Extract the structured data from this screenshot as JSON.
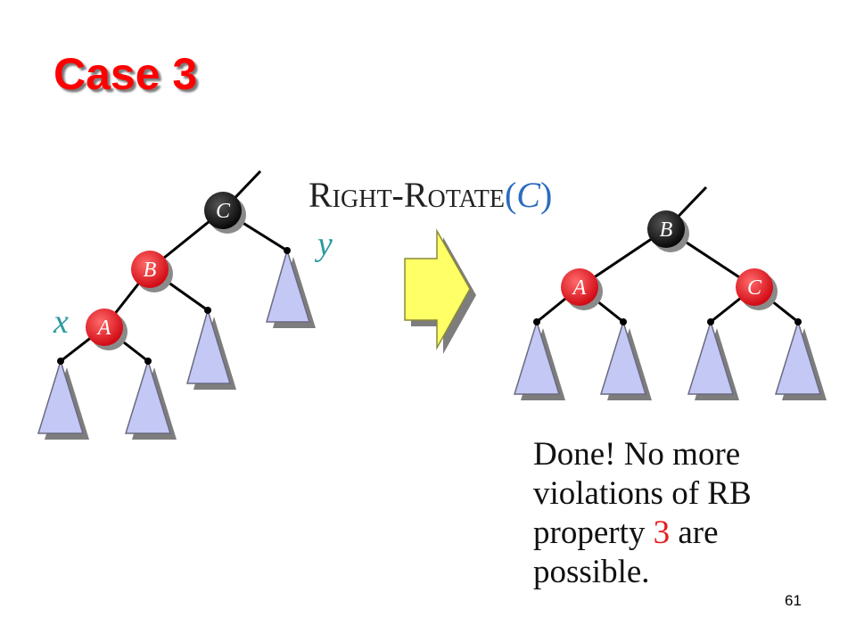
{
  "title": "Case 3",
  "rotation": {
    "name_caps": "Right-Rotate",
    "arg_open": "(",
    "arg": "C",
    "arg_close": ")"
  },
  "labels": {
    "x": "x",
    "y": "y"
  },
  "before_tree": {
    "root": {
      "letter": "C",
      "color": "black"
    },
    "left": {
      "letter": "B",
      "color": "red"
    },
    "left_left": {
      "letter": "A",
      "color": "red"
    }
  },
  "after_tree": {
    "root": {
      "letter": "B",
      "color": "black"
    },
    "left": {
      "letter": "A",
      "color": "red"
    },
    "right": {
      "letter": "C",
      "color": "red"
    }
  },
  "note": {
    "part1": "Done!  No more violations of RB property ",
    "highlight": "3",
    "part2": " are possible."
  },
  "page_number": "61",
  "colors": {
    "title": "#ff0000",
    "red_node": "#e8141e",
    "black_node": "#111111",
    "subtree_fill": "#c4c8f4",
    "arrow_fill": "#ffff66",
    "variable_label": "#2b9aa0",
    "highlight": "#e41e1e"
  }
}
